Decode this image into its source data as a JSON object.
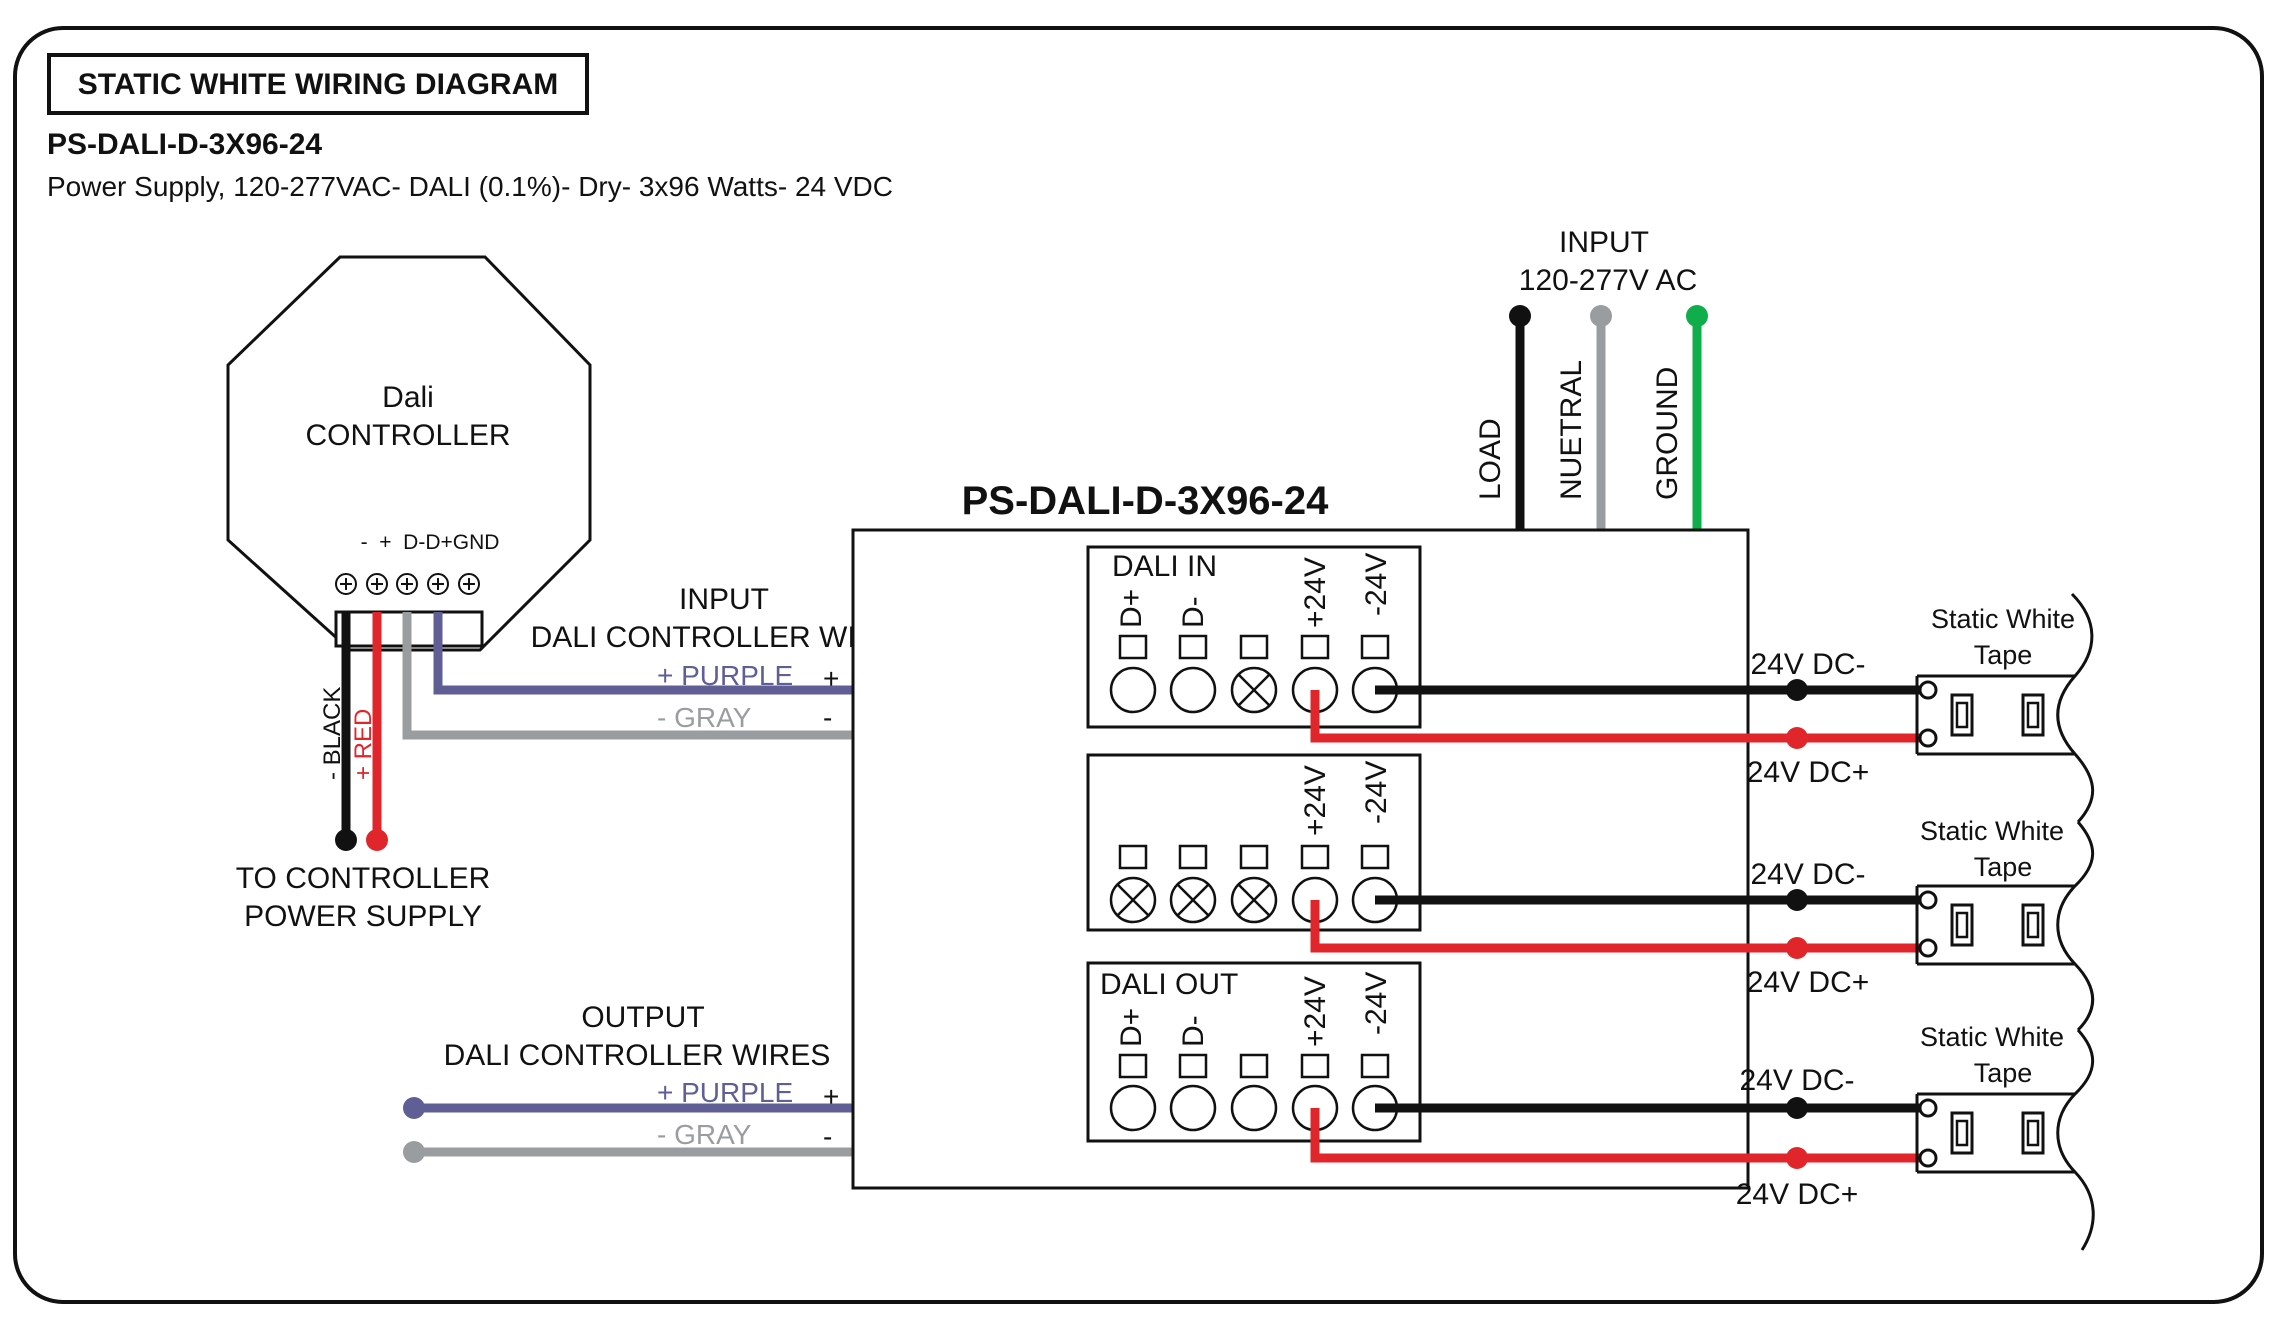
{
  "header": {
    "title_box": "STATIC WHITE WIRING DIAGRAM",
    "model": "PS-DALI-D-3X96-24",
    "description": "Power Supply, 120-277VAC- DALI (0.1%)- Dry- 3x96 Watts- 24 VDC"
  },
  "controller": {
    "name_line1": "Dali",
    "name_line2": "CONTROLLER",
    "terminals_label": "-  +  D-D+GND",
    "wire_black": "- BLACK",
    "wire_red": "+ RED",
    "to_label_line1": "TO CONTROLLER",
    "to_label_line2": "POWER SUPPLY"
  },
  "ac_input": {
    "label_line1": "INPUT",
    "label_line2": "120-277V AC",
    "load": "LOAD",
    "neutral": "NUETRAL",
    "ground": "GROUND"
  },
  "power_supply": {
    "title": "PS-DALI-D-3X96-24",
    "block1_label": "DALI IN",
    "block3_label": "DALI OUT",
    "term_d_plus": "D+",
    "term_d_minus": "D-",
    "term_plus24": "+24V",
    "term_minus24": "-24V"
  },
  "input_wires": {
    "label_line1": "INPUT",
    "label_line2": "DALI CONTROLLER WIRES",
    "purple": "+ PURPLE",
    "gray": "- GRAY",
    "plus_sign": "+",
    "minus_sign": "-"
  },
  "output_wires": {
    "label_line1": "OUTPUT",
    "label_line2": "DALI CONTROLLER WIRES",
    "purple": "+ PURPLE",
    "gray": "- GRAY",
    "plus_sign": "+",
    "minus_sign": "-"
  },
  "tapes": [
    {
      "line1": "Static White",
      "line2": "Tape",
      "dc_minus": "24V DC-",
      "dc_plus": "24V DC+"
    },
    {
      "line1": "Static White",
      "line2": "Tape",
      "dc_minus": "24V DC-",
      "dc_plus": "24V DC+"
    },
    {
      "line1": "Static White",
      "line2": "Tape",
      "dc_minus": "24V DC-",
      "dc_plus": "24V DC+"
    }
  ],
  "colors": {
    "black_wire": "#111111",
    "red_wire": "#e1262b",
    "purple_wire": "#5f5f95",
    "gray_wire": "#9a9da0",
    "green_wire": "#0fae4b"
  }
}
